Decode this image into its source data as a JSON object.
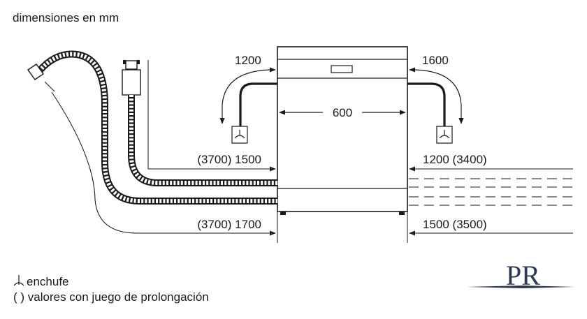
{
  "title": "dimensiones en mm",
  "dimensions": {
    "width_appliance": "600",
    "left_top_clearance": "1200",
    "right_top_clearance": "1600",
    "left_hose_upper": "(3700) 1500",
    "left_hose_lower": "(3700) 1700",
    "right_hose_upper": "1200 (3400)",
    "right_hose_lower": "1500 (3500)"
  },
  "legend": {
    "socket_label": "enchufe",
    "parentheses_label": "( ) valores con juego de prolongación"
  },
  "logo": {
    "text": "PR"
  },
  "colors": {
    "line": "#1a1a1a",
    "hose": "#1a1a1a",
    "logo": "#2b3a55"
  }
}
